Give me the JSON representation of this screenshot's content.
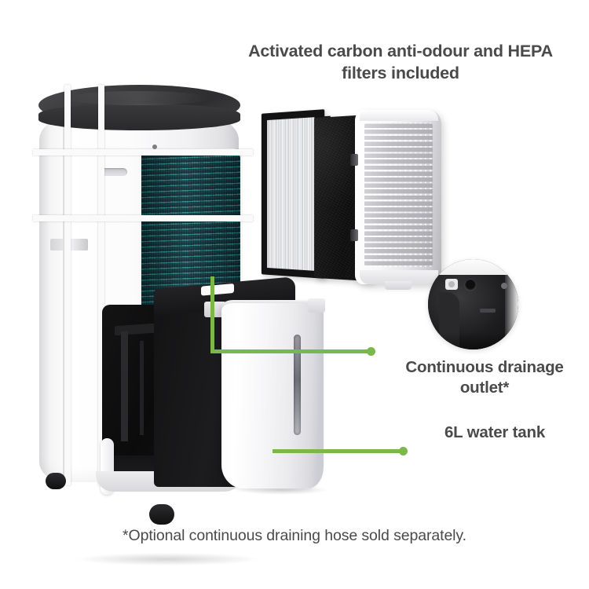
{
  "product": {
    "type": "dehumidifier",
    "view": "exploded product infographic"
  },
  "callouts": {
    "filters_heading": "Activated carbon anti-odour and HEPA filters included",
    "drainage_label": "Continuous drainage outlet*",
    "tank_label": "6L water tank"
  },
  "footnote": "*Optional continuous draining hose sold separately.",
  "parts": {
    "hepa_filter": "HEPA filter panel",
    "carbon_filter": "activated carbon filter panel",
    "grille_cover": "front grille cover",
    "water_tank": "removable 6L water tank",
    "unit_vent": "rear intake vent grid",
    "drain_inset_photo": "continuous drainage outlet close-up"
  },
  "colors": {
    "accent_green": "#7ab849",
    "text": "#4a4a4a",
    "background": "#ffffff",
    "unit_top": "#38383a",
    "vent_teal": "#2e8f92"
  }
}
